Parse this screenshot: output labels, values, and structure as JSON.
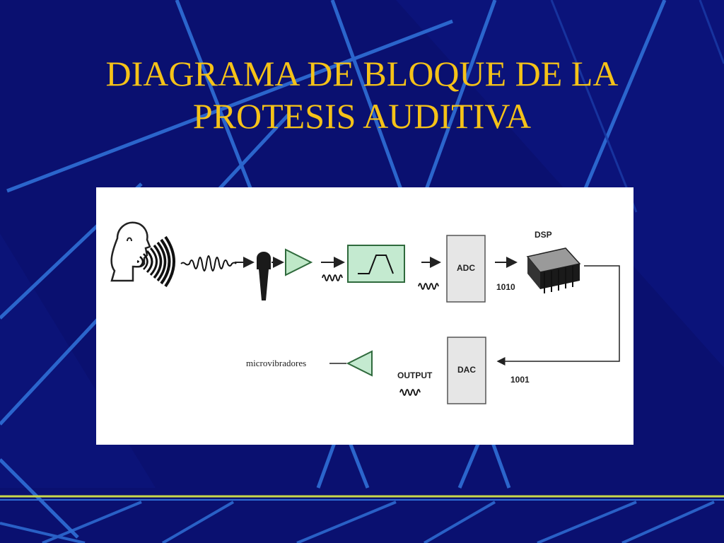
{
  "slide": {
    "title_line1": "DIAGRAMA DE BLOQUE DE LA",
    "title_line2": "PROTESIS AUDITIVA"
  },
  "colors": {
    "background": "#0a1070",
    "title": "#f5c218",
    "accent_line": "#2f6fd6",
    "footer_line": "#c9d84a"
  },
  "diagram": {
    "dsp_label": "DSP",
    "adc_label": "ADC",
    "dac_label": "DAC",
    "adc_output_code": "1010",
    "dac_input_code": "1001",
    "output_label": "OUTPUT",
    "microvibrators_label": "microvibradores",
    "icons": [
      "head-icon",
      "sound-waves-icon",
      "microphone-icon",
      "amplifier-icon",
      "bandpass-filter-icon",
      "dsp-chip-icon",
      "output-amplifier-icon"
    ]
  }
}
